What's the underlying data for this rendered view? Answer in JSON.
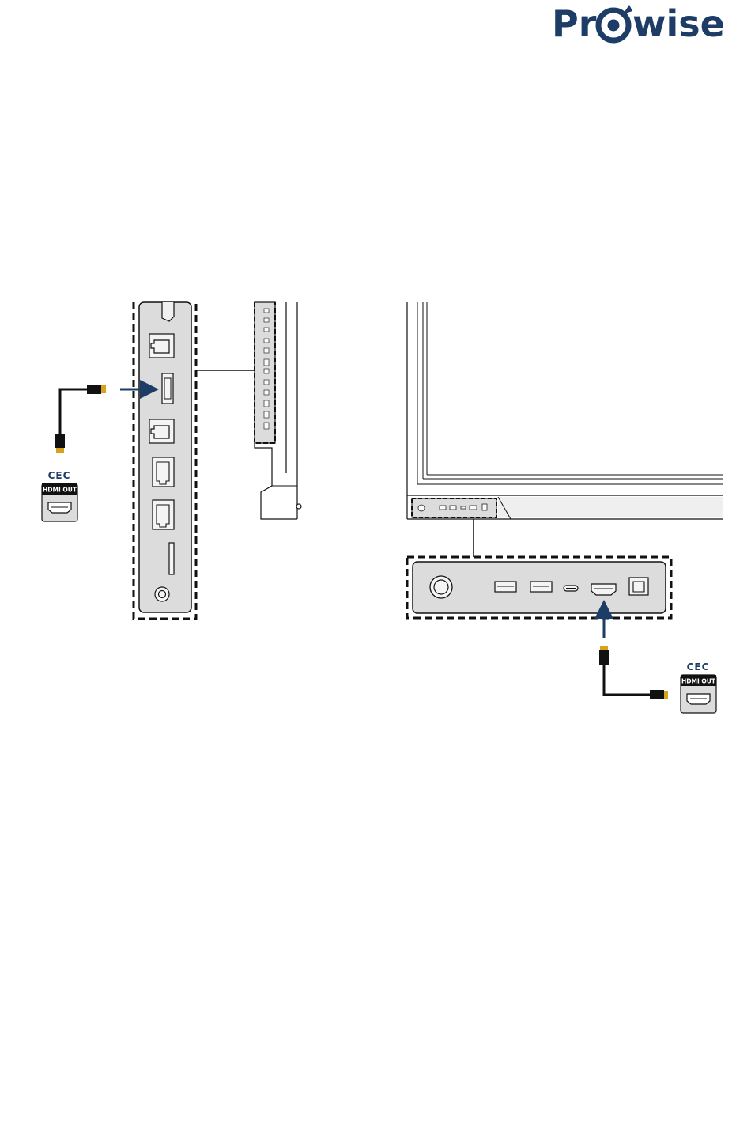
{
  "brand": {
    "name_prefix": "Pr",
    "name_suffix": "wise",
    "color": "#1d3c66"
  },
  "left_view": {
    "device_label": "HDMI OUT",
    "cec_label": "CEC"
  },
  "right_view": {
    "device_label": "HDMI OUT",
    "cec_label": "CEC"
  },
  "colors": {
    "arrow": "#1d3c66",
    "panel_fill": "#dcdcdc",
    "outline": "#111111",
    "connector_tip": "#d8a21a"
  }
}
